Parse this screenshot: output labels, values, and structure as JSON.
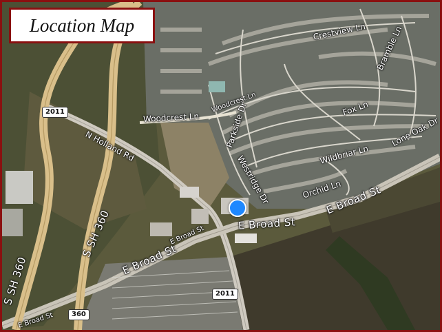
{
  "title": "Location Map",
  "colors": {
    "frame": "#8a1010",
    "marker": "#1e88ff"
  },
  "marker": {
    "icon": "location-dot-icon"
  },
  "shields": {
    "s2011_top": "2011",
    "s2011_bottom": "2011",
    "s360": "360"
  },
  "roads": {
    "ssh360_a": "S SH 360",
    "ssh360_b": "S SH 360",
    "woodcrest": "Woodcrest Ln",
    "woodcrest_small": "Woodcrest Ln",
    "nholland": "N Holland Rd",
    "parkside": "Parkside Dr",
    "westridge": "Westridge Dr",
    "orchid": "Orchid Ln",
    "wildbriar": "Wildbriar Ln",
    "fox": "Fox Ln",
    "loneoak": "Lone Oak Dr",
    "bramble": "Bramble Ln",
    "crestview": "Crestview Ln",
    "ebroad_1": "E Broad St",
    "ebroad_2": "E Broad St",
    "ebroad_3": "E Broad St",
    "ebroad_4": "E Broad St",
    "ebroad_5": "E Broad St"
  }
}
